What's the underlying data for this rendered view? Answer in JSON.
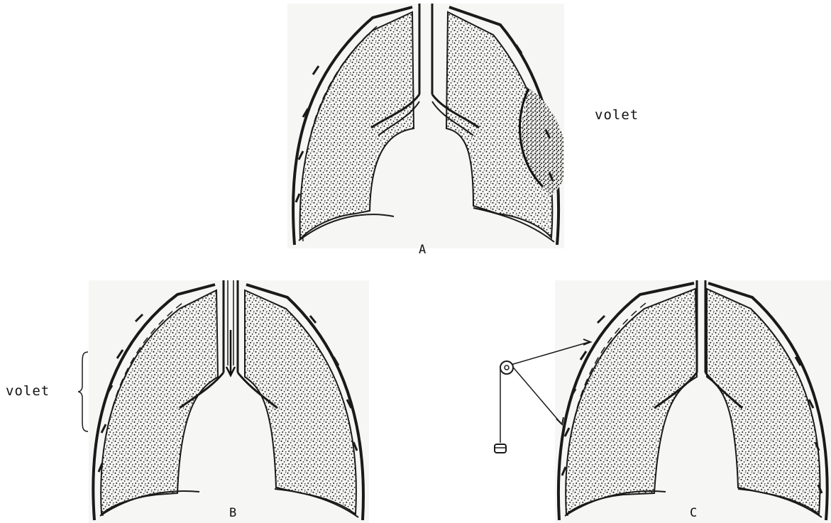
{
  "figure": {
    "panels": [
      {
        "id": "A",
        "caption": "A",
        "annotation": "volet",
        "technique": "flail chest segment on left side of thorax"
      },
      {
        "id": "B",
        "caption": "B",
        "annotation": "volet",
        "technique": "internal pneumatic stabilization via tracheal tube"
      },
      {
        "id": "C",
        "caption": "C",
        "annotation": "",
        "technique": "external traction with pulley and weight"
      }
    ],
    "colors": {
      "ink": "#1a1a1a",
      "paper": "#f6f6f4",
      "background": "#ffffff"
    },
    "icons": [
      "pulley-icon",
      "weight-icon",
      "brace-icon",
      "arrow-down-icon"
    ]
  }
}
